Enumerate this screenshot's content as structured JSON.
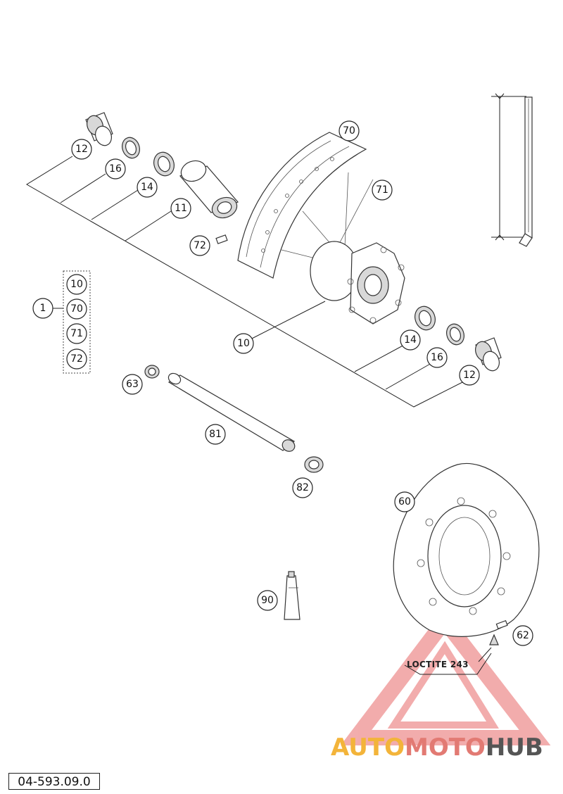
{
  "diagram": {
    "doc_number": "04-593.09.0",
    "loctite_label": "LOCTITE 243",
    "callouts": [
      {
        "id": "c12a",
        "label": "12"
      },
      {
        "id": "c16a",
        "label": "16"
      },
      {
        "id": "c14a",
        "label": "14"
      },
      {
        "id": "c11",
        "label": "11"
      },
      {
        "id": "c70",
        "label": "70"
      },
      {
        "id": "c71",
        "label": "71"
      },
      {
        "id": "c72",
        "label": "72"
      },
      {
        "id": "c1",
        "label": "1"
      },
      {
        "id": "g10",
        "label": "10"
      },
      {
        "id": "g70",
        "label": "70"
      },
      {
        "id": "g71",
        "label": "71"
      },
      {
        "id": "g72",
        "label": "72"
      },
      {
        "id": "c10",
        "label": "10"
      },
      {
        "id": "c14b",
        "label": "14"
      },
      {
        "id": "c16b",
        "label": "16"
      },
      {
        "id": "c12b",
        "label": "12"
      },
      {
        "id": "c63",
        "label": "63"
      },
      {
        "id": "c81",
        "label": "81"
      },
      {
        "id": "c82",
        "label": "82"
      },
      {
        "id": "c60",
        "label": "60"
      },
      {
        "id": "c62",
        "label": "62"
      },
      {
        "id": "c90",
        "label": "90"
      }
    ]
  },
  "watermark": {
    "part1": "AUTO",
    "part2": "MOTO",
    "part3": "HUB",
    "colors": {
      "part1": "#f3b43a",
      "part2": "#e27a73",
      "part3": "#555555"
    }
  }
}
